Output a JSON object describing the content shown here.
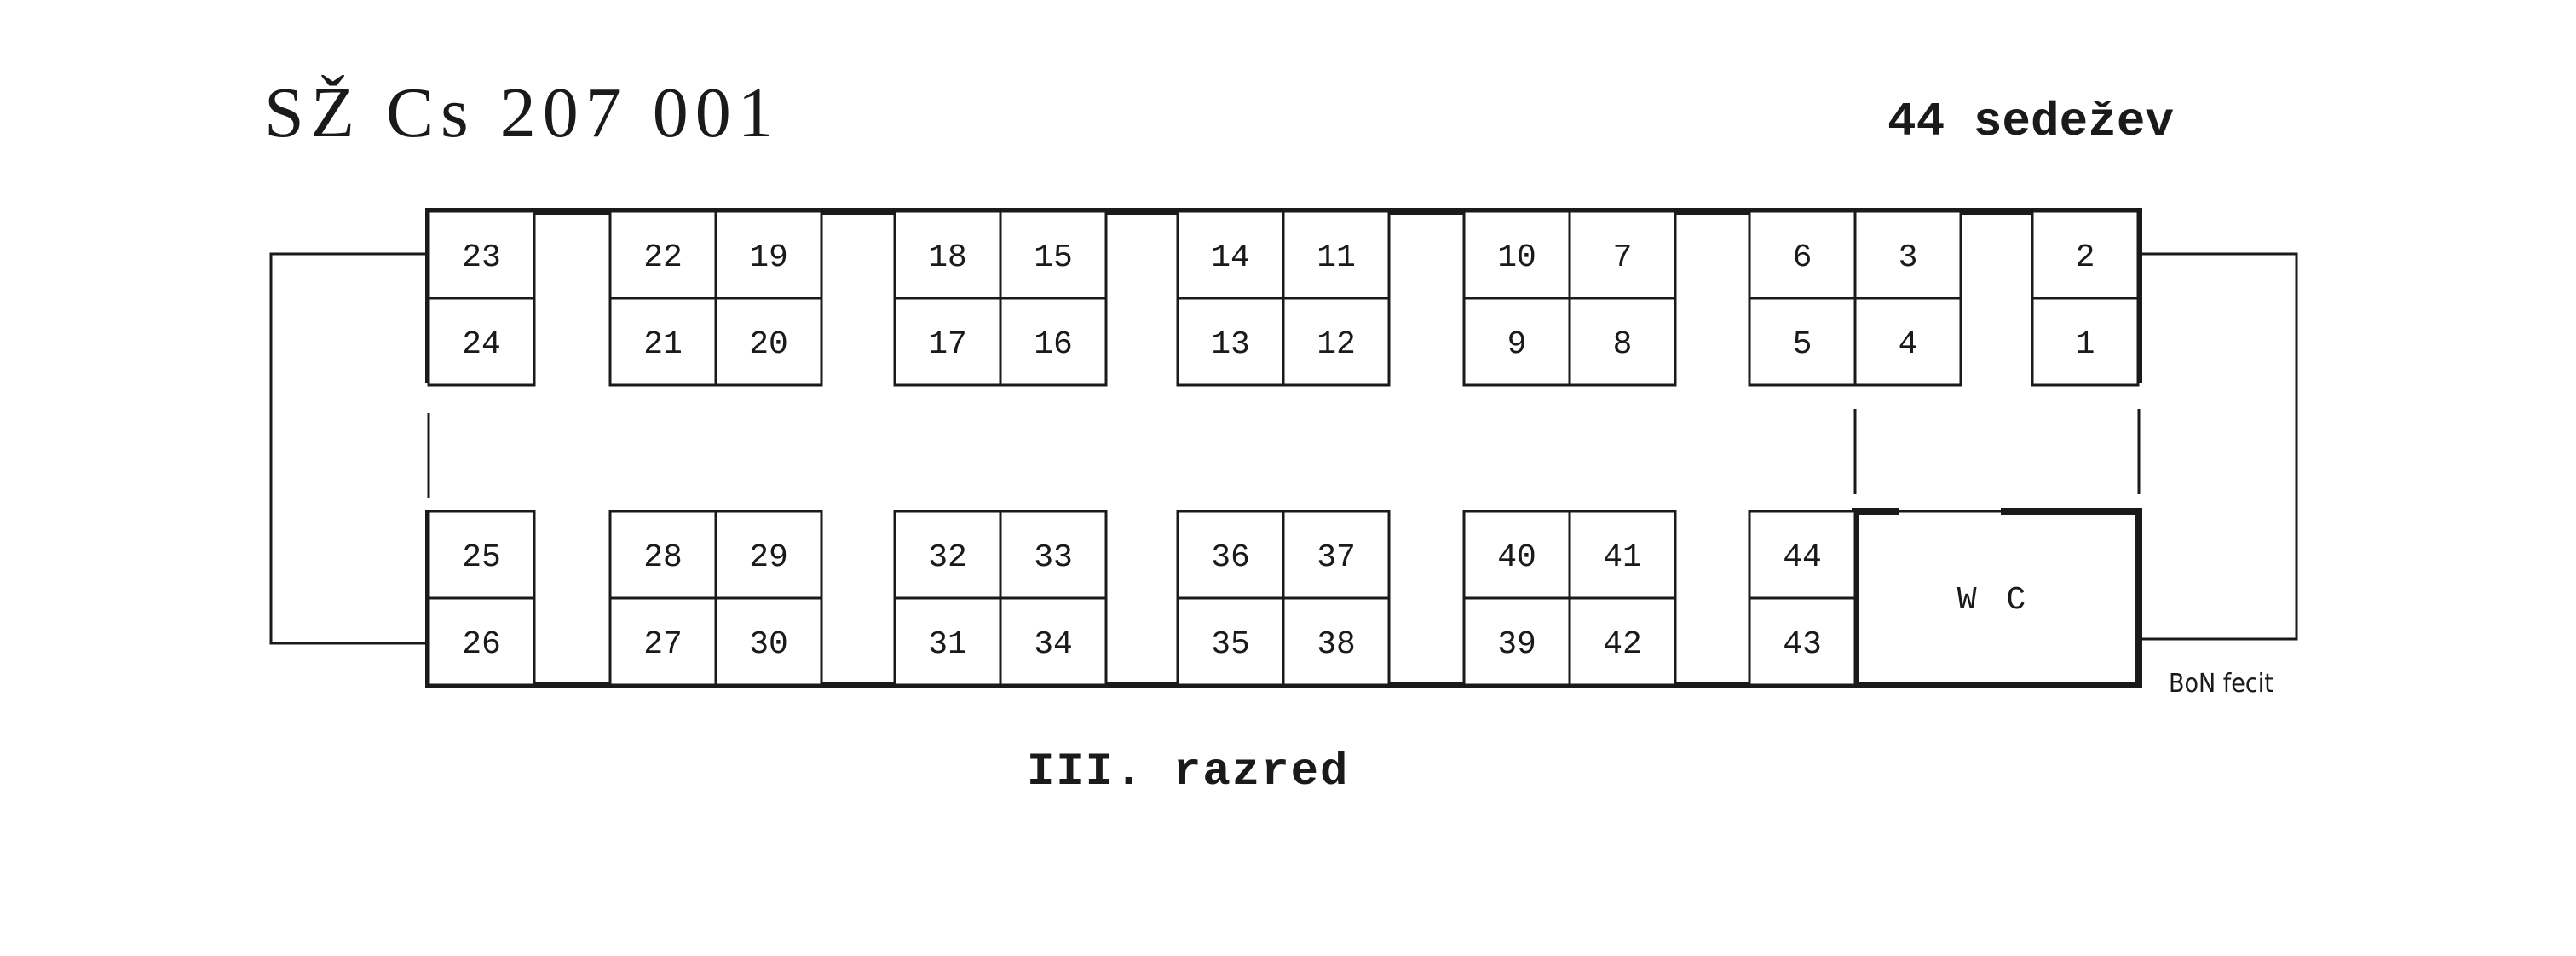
{
  "title": "SŽ Cs 207 001",
  "seat_count": "44 sedežev",
  "class_label": "III. razred",
  "credit": "BoN fecit",
  "wc_label": "W C",
  "seats": {
    "top_row": [
      {
        "upper": "23",
        "lower": "24"
      },
      {
        "upper": "22",
        "lower": "21"
      },
      {
        "upper": "19",
        "lower": "20"
      },
      {
        "upper": "18",
        "lower": "17"
      },
      {
        "upper": "15",
        "lower": "16"
      },
      {
        "upper": "14",
        "lower": "13"
      },
      {
        "upper": "11",
        "lower": "12"
      },
      {
        "upper": "10",
        "lower": "9"
      },
      {
        "upper": "7",
        "lower": "8"
      },
      {
        "upper": "6",
        "lower": "5"
      },
      {
        "upper": "3",
        "lower": "4"
      },
      {
        "upper": "2",
        "lower": "1"
      }
    ],
    "bottom_row": [
      {
        "upper": "25",
        "lower": "26"
      },
      {
        "upper": "28",
        "lower": "27"
      },
      {
        "upper": "29",
        "lower": "30"
      },
      {
        "upper": "32",
        "lower": "31"
      },
      {
        "upper": "33",
        "lower": "34"
      },
      {
        "upper": "36",
        "lower": "35"
      },
      {
        "upper": "37",
        "lower": "38"
      },
      {
        "upper": "40",
        "lower": "39"
      },
      {
        "upper": "41",
        "lower": "42"
      },
      {
        "upper": "44",
        "lower": "43"
      }
    ]
  }
}
